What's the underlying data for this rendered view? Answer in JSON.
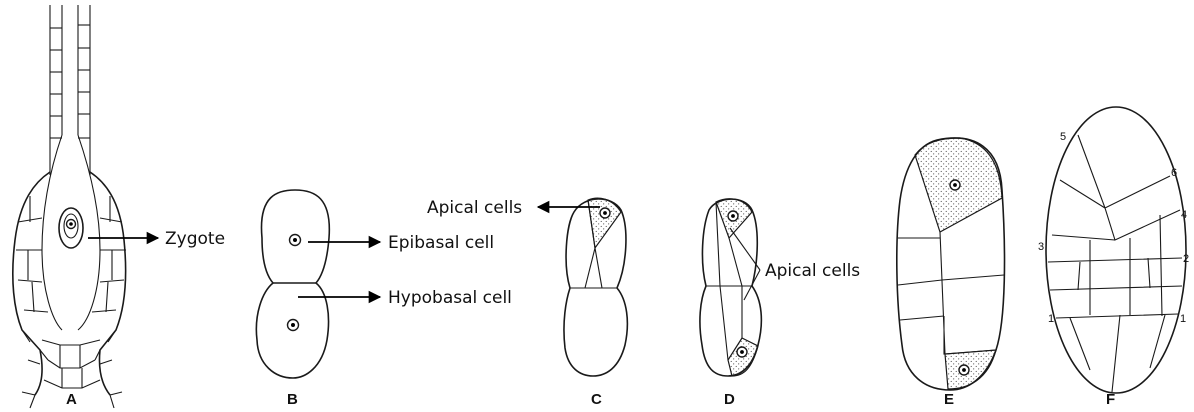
{
  "figure": {
    "panels": {
      "a": "A",
      "b": "B",
      "c": "C",
      "d": "D",
      "e": "E",
      "f": "F"
    },
    "labels": {
      "zygote": "Zygote",
      "epibasal": "Epibasal cell",
      "hypobasal": "Hypobasal cell",
      "apical_c": "Apical cells",
      "apical_d": "Apical cells"
    },
    "numbers_f": [
      "5",
      "6",
      "4",
      "3",
      "2",
      "1",
      "1"
    ]
  }
}
